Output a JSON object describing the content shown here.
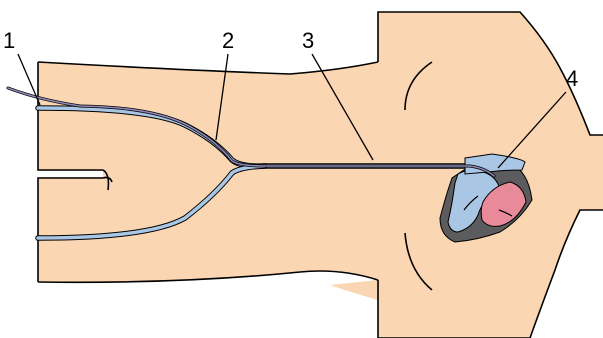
{
  "figure": {
    "labels": [
      "1",
      "2",
      "3",
      "4"
    ],
    "colors": {
      "skin": "#fbd6b2",
      "outline": "#000000",
      "vein": "#a9c6e4",
      "catheter": "#8f88b8",
      "heart_wall": "#5c5c5e",
      "right_heart": "#a9c6e4",
      "left_heart": "#e88a9a"
    }
  }
}
